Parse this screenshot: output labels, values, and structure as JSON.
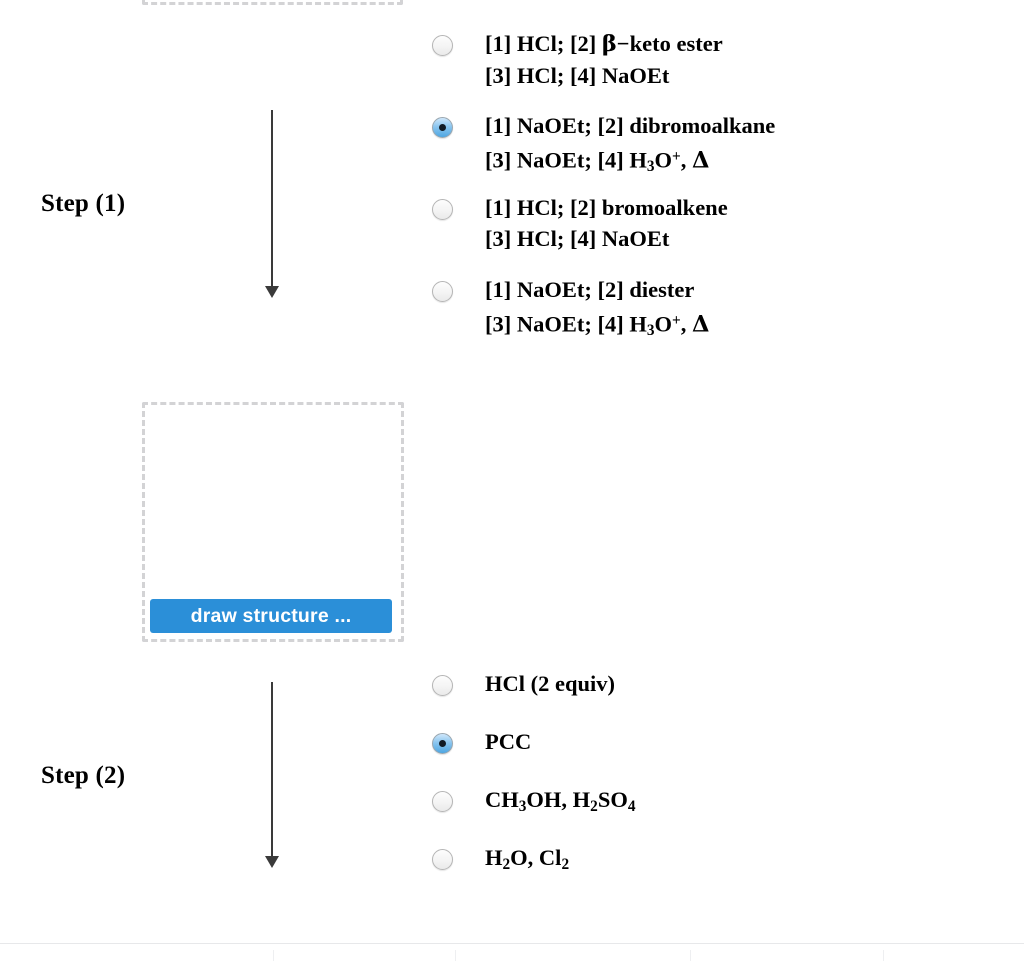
{
  "page": {
    "background": "#ffffff",
    "accent_blue": "#2b8fd8",
    "dashed_border_color": "#d3d3d5",
    "arrow_color": "#3a3a3a"
  },
  "steps": [
    {
      "label": "Step (1)"
    },
    {
      "label": "Step (2)"
    }
  ],
  "step1": {
    "label": "Step (1)",
    "options": [
      {
        "selected": false,
        "line1": "[1] HCl; [2] β−keto ester",
        "line2": "[3] HCl; [4] NaOEt"
      },
      {
        "selected": true,
        "line1": "[1] NaOEt; [2] dibromoalkane",
        "line2": "[3] NaOEt; [4] H3O+, Δ"
      },
      {
        "selected": false,
        "line1": "[1] HCl; [2] bromoalkene",
        "line2": "[3] HCl; [4] NaOEt"
      },
      {
        "selected": false,
        "line1": "[1] NaOEt; [2] diester",
        "line2": "[3] NaOEt; [4] H3O+, Δ"
      }
    ]
  },
  "step2": {
    "label": "Step (2)",
    "options": [
      {
        "selected": false,
        "line1": "HCl (2 equiv)",
        "line2": ""
      },
      {
        "selected": true,
        "line1": "PCC",
        "line2": ""
      },
      {
        "selected": false,
        "line1": "CH3OH, H2SO4",
        "line2": ""
      },
      {
        "selected": false,
        "line1": "H2O, Cl2",
        "line2": ""
      }
    ]
  },
  "draw_area": {
    "button_label": "draw structure ...",
    "canvas_empty": true
  }
}
